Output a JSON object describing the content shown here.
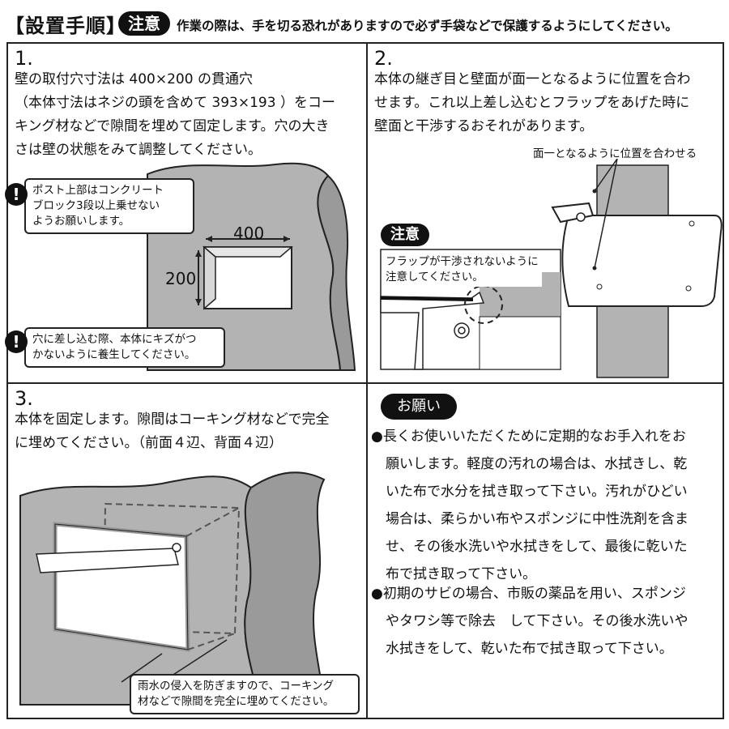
{
  "header": {
    "title": "【設置手順】",
    "caution": "注意",
    "text": "作業の際は、手を切る恐れがありますので必ず手袋などで保護するようにしてください。"
  },
  "step1": {
    "number": "1.",
    "lines": [
      "壁の取付穴寸法は 400×200 の貫通穴",
      "（本体寸法はネジの頭を含めて 393×193 ）をコー",
      "キング材などで隙間を埋めて固定します。穴の大き",
      "さは壁の状態をみて調整してください。"
    ],
    "callout_top": [
      "ポスト上部はコンクリート",
      "ブロック3段以上乗せない",
      "ようお願いします。"
    ],
    "callout_bottom": [
      "穴に差し込む際、本体にキズがつ",
      "かないように養生してください。"
    ],
    "dim_width": "400",
    "dim_height": "200"
  },
  "step2": {
    "number": "2.",
    "lines": [
      "本体の継ぎ目と壁面が面一となるように位置を合わ",
      "せます。これ以上差し込むとフラップをあげた時に",
      "壁面と干渉するおそれがあります。"
    ],
    "align_label": "面一となるように位置を合わせる",
    "caution": "注意",
    "caution_box": [
      "フラップが干渉されないように",
      "注意してください。"
    ]
  },
  "step3": {
    "number": "3.",
    "lines": [
      "本体を固定します。隙間はコーキング材などで完全",
      "に埋めてください。（前面４辺、背面４辺）"
    ],
    "callout": [
      "雨水の侵入を防ぎますので、コーキング",
      "材などで隙間を完全に埋めてください。"
    ]
  },
  "care": {
    "title": "お願い",
    "item1": [
      "●長くお使いいただくために定期的なお手入れをお",
      "願いします。軽度の汚れの場合は、水拭きし、乾",
      "いた布で水分を拭き取って下さい。汚れがひどい",
      "場合は、柔らかい布やスポンジに中性洗剤を含ま",
      "せ、その後水洗いや水拭きをして、最後に乾いた",
      "布で拭き取って下さい。"
    ],
    "item2": [
      "●初期のサビの場合、市販の薬品を用い、スポンジ",
      "やタワシ等で除去　して下さい。その後水洗いや",
      "水拭きをして、乾いた布で拭き取って下さい。"
    ]
  },
  "colors": {
    "wall": "#b3b3b3",
    "ink": "#111111"
  },
  "icons": [
    "warning-icon",
    "dimension-arrow-icon"
  ]
}
